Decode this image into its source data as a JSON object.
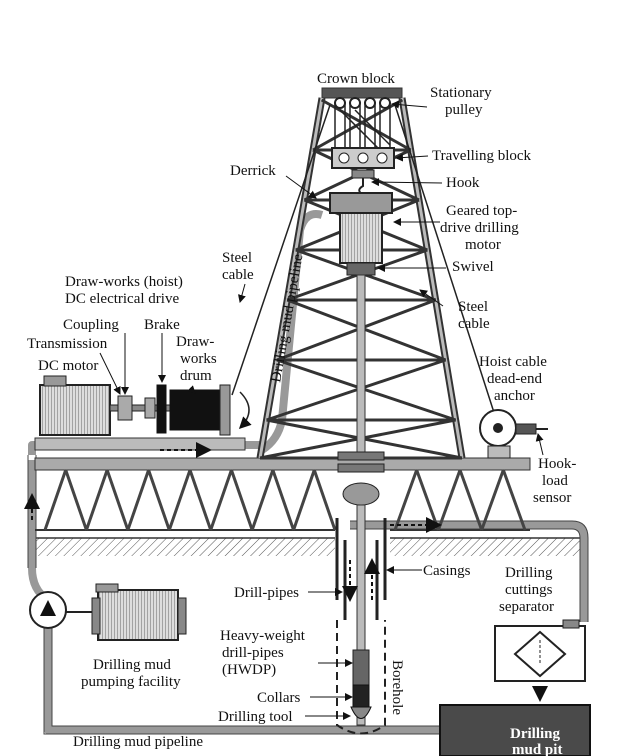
{
  "labels": {
    "crown_block": "Crown block",
    "stationary_pulley": [
      "Stationary",
      "pulley"
    ],
    "travelling_block": "Travelling block",
    "hook": "Hook",
    "derrick": "Derrick",
    "geared_top_drive": [
      "Geared top-",
      "drive drilling",
      "motor"
    ],
    "swivel": "Swivel",
    "steel_cable_left": [
      "Steel",
      "cable"
    ],
    "steel_cable_right": [
      "Steel",
      "cable"
    ],
    "drawworks_drive": [
      "Draw-works (hoist)",
      "DC electrical drive"
    ],
    "coupling": "Coupling",
    "brake": "Brake",
    "transmission": "Transmission",
    "dc_motor": "DC motor",
    "drawworks_drum": [
      "Draw-",
      "works",
      "drum"
    ],
    "drilling_mud_pipeline_vertical": "Drilling mud pipeline",
    "hoist_dead_end": [
      "Hoist cable",
      "dead-end",
      "anchor"
    ],
    "hook_load_sensor": [
      "Hook-",
      "load",
      "sensor"
    ],
    "casings": "Casings",
    "drill_pipes": "Drill-pipes",
    "cuttings_separator": [
      "Drilling",
      "cuttings",
      "separator"
    ],
    "hwdp": [
      "Heavy-weight",
      "drill-pipes",
      "(HWDP)"
    ],
    "mud_pumping": [
      "Drilling mud",
      "pumping facility"
    ],
    "borehole": "Borehole",
    "collars": "Collars",
    "drilling_tool": "Drilling tool",
    "drilling_mud_pipeline_bottom": "Drilling mud pipeline",
    "mud_pit": [
      "Drilling",
      "mud pit"
    ]
  }
}
